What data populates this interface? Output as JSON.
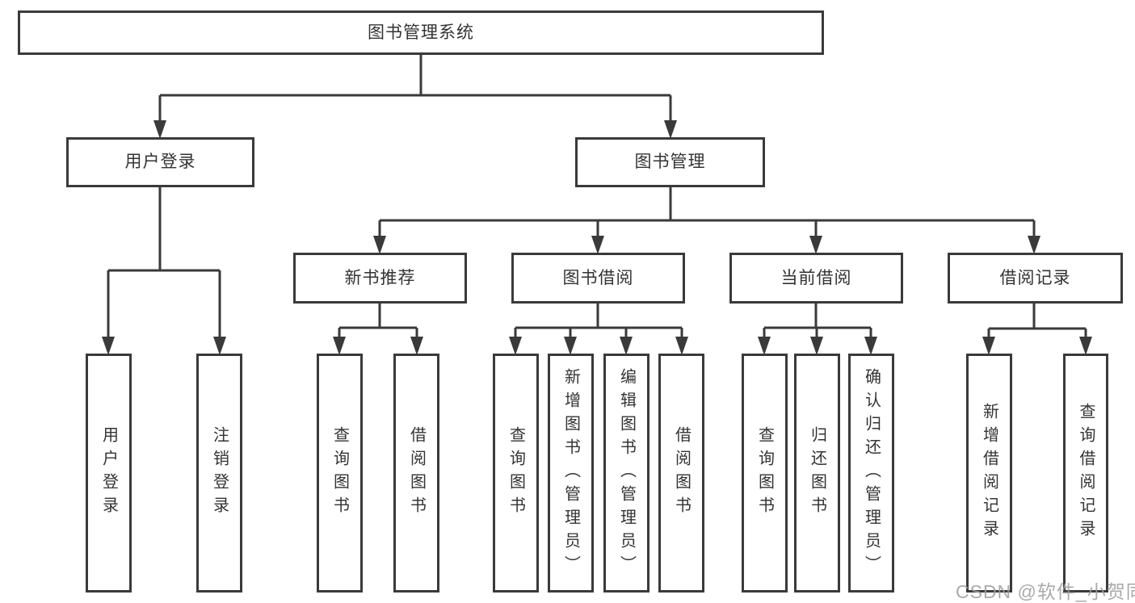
{
  "diagram": {
    "title": "图书管理系统",
    "branches": [
      {
        "label": "用户登录",
        "leaves": [
          "用户登录",
          "注销登录"
        ]
      },
      {
        "label": "图书管理",
        "children": [
          {
            "label": "新书推荐",
            "leaves": [
              "查询图书",
              "借阅图书"
            ]
          },
          {
            "label": "图书借阅",
            "leaves": [
              "查询图书",
              "新增图书（管理员）",
              "编辑图书（管理员）",
              "借阅图书"
            ]
          },
          {
            "label": "当前借阅",
            "leaves": [
              "查询图书",
              "归还图书",
              "确认归还（管理员）"
            ]
          },
          {
            "label": "借阅记录",
            "leaves": [
              "新增借阅记录",
              "查询借阅记录"
            ]
          }
        ]
      }
    ],
    "watermark": "CSDN @软件_小贺同学",
    "colors": {
      "line": "#3a3a3a",
      "box_border": "#3a3a3a",
      "box_fill": "#ffffff",
      "text": "#333333",
      "watermark": "#9e9e9e"
    }
  }
}
